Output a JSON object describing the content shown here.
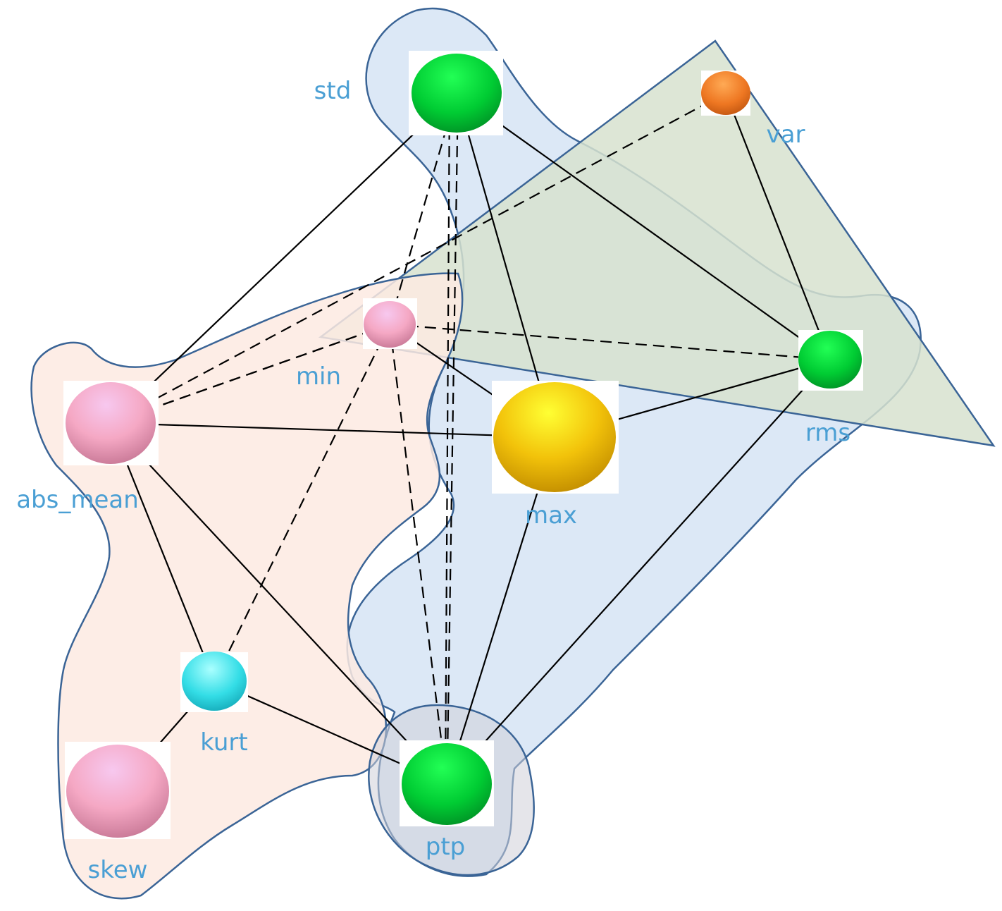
{
  "label_color": "#4a9fd4",
  "outline_color": "#3a6496",
  "regions": [
    {
      "name": "blue-region",
      "fill": "#d6e4f5"
    },
    {
      "name": "green-triangle-region",
      "fill": "#d7e2cf"
    },
    {
      "name": "peach-region",
      "fill": "#fdeae2"
    },
    {
      "name": "ptp-highlight-region",
      "fill": "#cfcfd8"
    }
  ],
  "nodes": [
    {
      "id": "std",
      "label": "std",
      "color": "#00cc33",
      "style": "green"
    },
    {
      "id": "var",
      "label": "var",
      "color": "#ee7722",
      "style": "orange"
    },
    {
      "id": "min",
      "label": "min",
      "color": "#f5a8c4",
      "style": "pink"
    },
    {
      "id": "rms",
      "label": "rms",
      "color": "#00cc33",
      "style": "green"
    },
    {
      "id": "abs_mean",
      "label": "abs_mean",
      "color": "#f5a8c4",
      "style": "pink"
    },
    {
      "id": "max",
      "label": "max",
      "color": "#f2c20a",
      "style": "yellow"
    },
    {
      "id": "kurt",
      "label": "kurt",
      "color": "#33dde6",
      "style": "cyan"
    },
    {
      "id": "skew",
      "label": "skew",
      "color": "#f5a8c4",
      "style": "pink"
    },
    {
      "id": "ptp",
      "label": "ptp",
      "color": "#00cc33",
      "style": "green"
    }
  ],
  "edges": [
    {
      "from": "std",
      "to": "abs_mean",
      "style": "solid"
    },
    {
      "from": "std",
      "to": "max",
      "style": "solid"
    },
    {
      "from": "std",
      "to": "rms",
      "style": "solid"
    },
    {
      "from": "std",
      "to": "min",
      "style": "dashed"
    },
    {
      "from": "std",
      "to": "ptp",
      "style": "dashed"
    },
    {
      "from": "std",
      "to": "ptp",
      "style": "dashed"
    },
    {
      "from": "var",
      "to": "rms",
      "style": "solid"
    },
    {
      "from": "var",
      "to": "abs_mean",
      "style": "dashed"
    },
    {
      "from": "min",
      "to": "abs_mean",
      "style": "dashed"
    },
    {
      "from": "min",
      "to": "abs_mean",
      "style": "dashed"
    },
    {
      "from": "min",
      "to": "rms",
      "style": "dashed"
    },
    {
      "from": "min",
      "to": "max",
      "style": "solid"
    },
    {
      "from": "min",
      "to": "kurt",
      "style": "dashed"
    },
    {
      "from": "min",
      "to": "ptp",
      "style": "dashed"
    },
    {
      "from": "abs_mean",
      "to": "max",
      "style": "solid"
    },
    {
      "from": "abs_mean",
      "to": "kurt",
      "style": "solid"
    },
    {
      "from": "abs_mean",
      "to": "ptp",
      "style": "solid"
    },
    {
      "from": "max",
      "to": "rms",
      "style": "solid"
    },
    {
      "from": "max",
      "to": "ptp",
      "style": "solid"
    },
    {
      "from": "rms",
      "to": "ptp",
      "style": "solid"
    },
    {
      "from": "kurt",
      "to": "ptp",
      "style": "solid"
    },
    {
      "from": "kurt",
      "to": "skew",
      "style": "solid"
    }
  ]
}
